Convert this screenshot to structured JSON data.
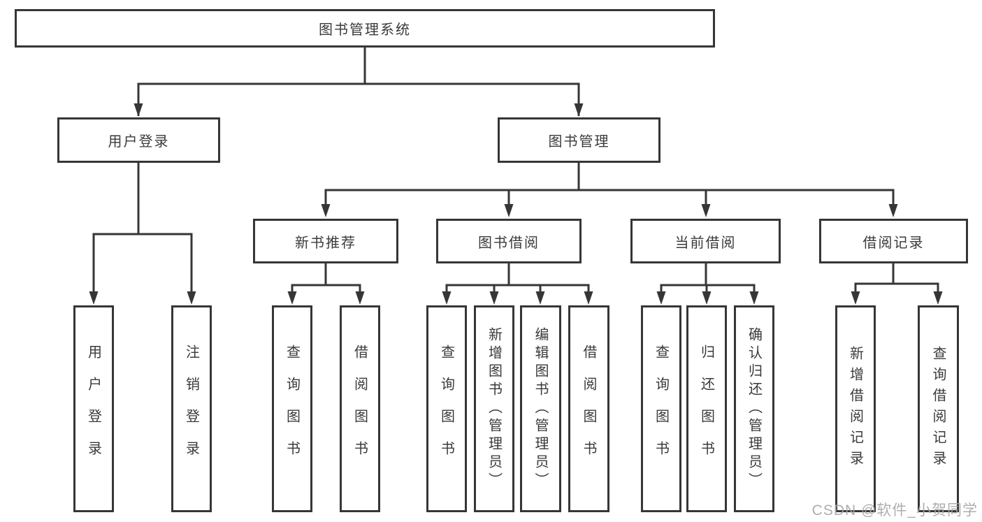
{
  "root": {
    "label": "图书管理系统"
  },
  "branches": [
    {
      "label": "用户登录",
      "children": [
        {
          "label": "用户登录"
        },
        {
          "label": "注销登录"
        }
      ]
    },
    {
      "label": "图书管理",
      "children": [
        {
          "label": "新书推荐",
          "children": [
            {
              "label": "查询图书"
            },
            {
              "label": "借阅图书"
            }
          ]
        },
        {
          "label": "图书借阅",
          "children": [
            {
              "label": "查询图书"
            },
            {
              "label": "新增图书（管理员）"
            },
            {
              "label": "编辑图书（管理员）"
            },
            {
              "label": "借阅图书"
            }
          ]
        },
        {
          "label": "当前借阅",
          "children": [
            {
              "label": "查询图书"
            },
            {
              "label": "归还图书"
            },
            {
              "label": "确认归还（管理员）"
            }
          ]
        },
        {
          "label": "借阅记录",
          "children": [
            {
              "label": "新增借阅记录"
            },
            {
              "label": "查询借阅记录"
            }
          ]
        }
      ]
    }
  ],
  "watermark": "CSDN @软件_小贺同学",
  "colors": {
    "line": "#363636",
    "text": "#3a3a3a",
    "watermark": "#a4a8ab",
    "background": "#ffffff"
  }
}
